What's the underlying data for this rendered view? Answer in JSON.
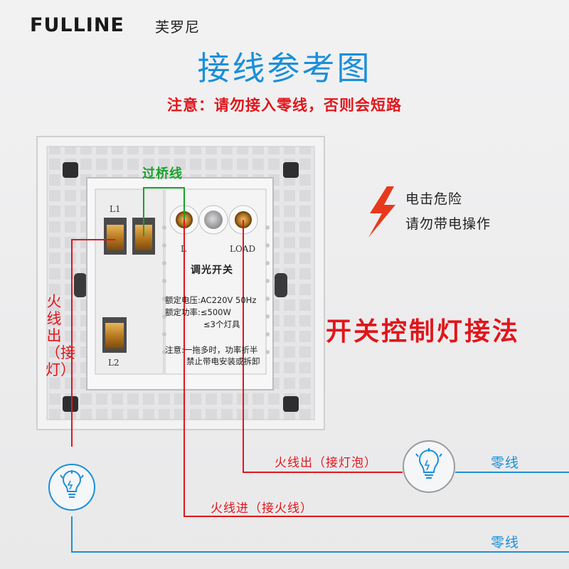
{
  "brand": {
    "name": "FULLINE",
    "name_cn": "芙罗尼"
  },
  "title": "接线参考图",
  "warning": "注意：请勿接入零线，否则会短路",
  "danger": {
    "line1": "电击危险",
    "line2": "请勿带电操作"
  },
  "method": "开关控制灯接法",
  "bridge_label": "过桥线",
  "left_vertical_label": "火线出（接灯）",
  "wire_labels": {
    "live_out_bulb": "火线出（接灯泡）",
    "live_in": "火线进（接火线）",
    "neutral_1": "零线",
    "neutral_2": "零线"
  },
  "terminals": {
    "l1": "L1",
    "l2": "L2",
    "l": "L",
    "load": "LOAD"
  },
  "plate": {
    "title": "调光开关",
    "line1": "额定电压:AC220V 50Hz",
    "line2": "额定功率:≤500W",
    "line3": "≤3个灯具",
    "line4": "注意:一拖多时，功率折半",
    "line5": "禁止带电安装或拆卸"
  },
  "colors": {
    "accent_blue": "#1b8fd9",
    "warning_red": "#e0161b",
    "bridge_green": "#19a22b",
    "terminal_gold": "#c88a2a"
  },
  "icons": [
    "lightning-icon",
    "bulb-icon"
  ]
}
